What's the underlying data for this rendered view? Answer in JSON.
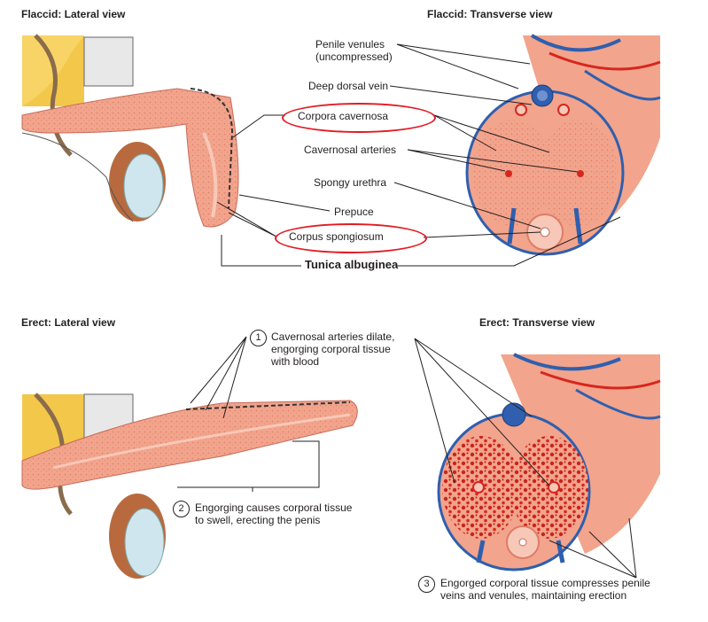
{
  "panels": {
    "flaccid_lateral": {
      "title": "Flaccid: Lateral view"
    },
    "flaccid_transverse": {
      "title": "Flaccid: Transverse view"
    },
    "erect_lateral": {
      "title": "Erect: Lateral view"
    },
    "erect_transverse": {
      "title": "Erect: Transverse view"
    }
  },
  "labels": {
    "penile_venules": "Penile venules",
    "uncompressed": "(uncompressed)",
    "deep_dorsal_vein": "Deep dorsal vein",
    "corpora_cavernosa": "Corpora cavernosa",
    "cavernosal_arteries": "Cavernosal arteries",
    "spongy_urethra": "Spongy urethra",
    "prepuce": "Prepuce",
    "corpus_spongiosum": "Corpus spongiosum",
    "tunica_albuginea": "Tunica albuginea"
  },
  "steps": [
    {
      "number": "1",
      "line1": "Cavernosal arteries dilate,",
      "line2": "engorging corporal tissue",
      "line3": "with blood"
    },
    {
      "number": "2",
      "line1": "Engorging causes corporal tissue",
      "line2": "to swell, erecting the penis"
    },
    {
      "number": "3",
      "line1": "Engorged corporal tissue compresses penile",
      "line2": "veins and venules, maintaining erection"
    }
  ],
  "colors": {
    "tissue": "#f2a48c",
    "tissue_light": "#f7c8b8",
    "artery": "#d7261e",
    "vein": "#2f5fae",
    "scrotum": "#b86a3e",
    "testis": "#cfe6ee",
    "highlight": "#e31b23",
    "fat": "#f3c74a"
  }
}
